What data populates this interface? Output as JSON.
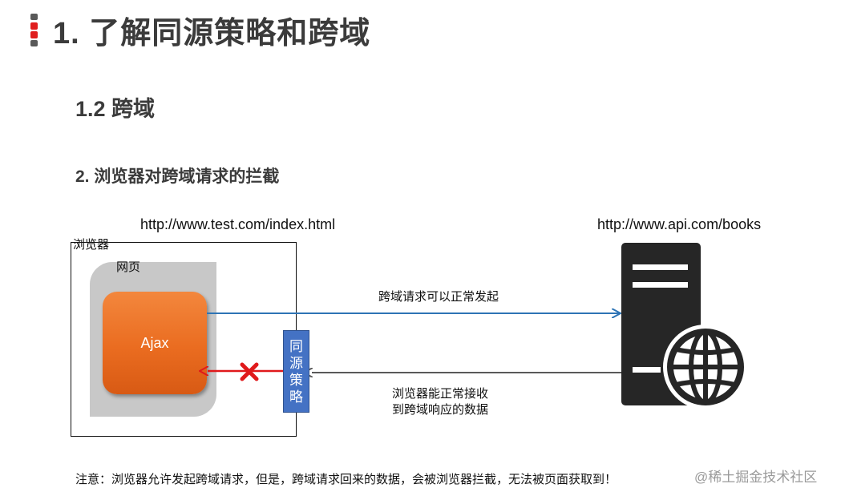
{
  "title": "1. 了解同源策略和跨域",
  "section": "1.2 跨域",
  "subsection": "2. 浏览器对跨域请求的拦截",
  "diagram": {
    "client_url": "http://www.test.com/index.html",
    "server_url": "http://www.api.com/books",
    "browser_label": "浏览器",
    "webpage_label": "网页",
    "ajax_label": "Ajax",
    "policy_chars": [
      "同",
      "源",
      "策",
      "略"
    ],
    "request_label": "跨域请求可以正常发起",
    "response_label_line1": "浏览器能正常接收",
    "response_label_line2": "到跨域响应的数据",
    "icons": {
      "server": "server-icon",
      "globe": "globe-icon",
      "blocked": "red-x-icon"
    },
    "colors": {
      "request_arrow": "#2e74b5",
      "response_arrow": "#595959",
      "blocked_arrow": "#e0191b",
      "ajax": "#ed7226",
      "policy": "#4472c4",
      "server": "#262626"
    }
  },
  "note": "注意：浏览器允许发起跨域请求，但是，跨域请求回来的数据，会被浏览器拦截，无法被页面获取到！",
  "watermark": "@稀土掘金技术社区"
}
